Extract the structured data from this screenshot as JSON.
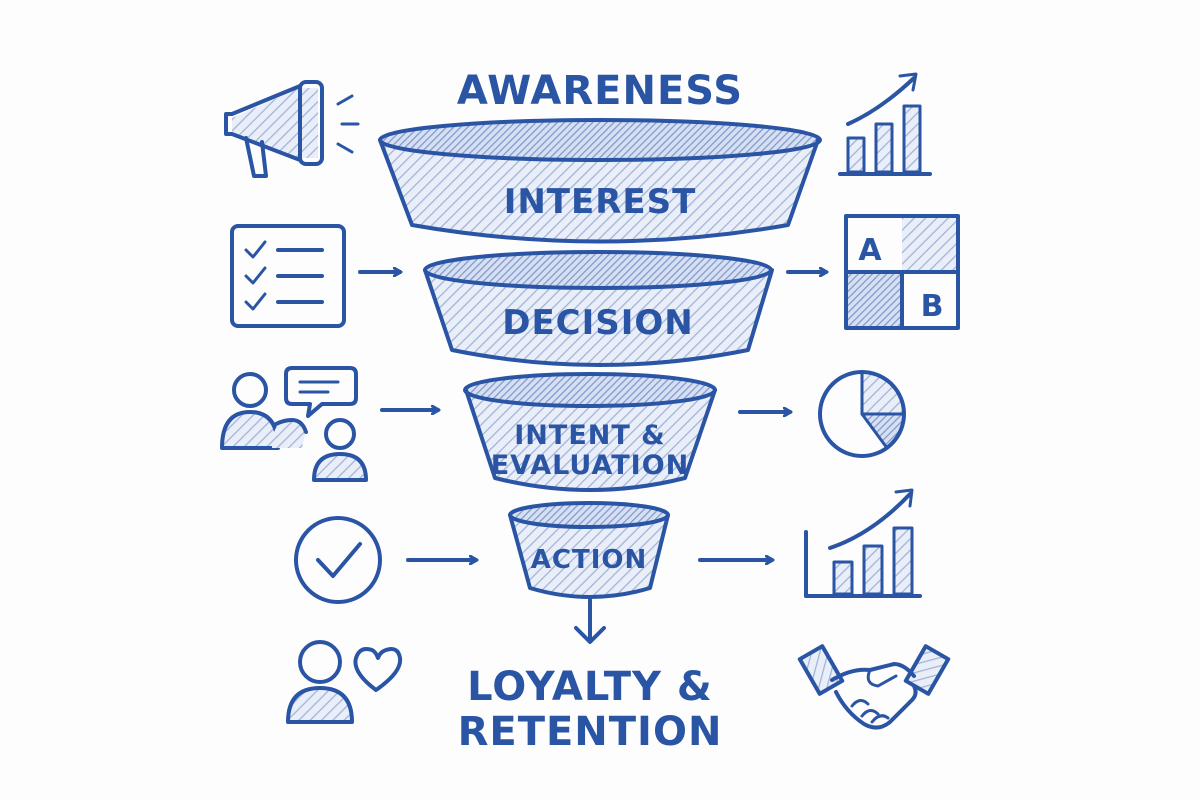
{
  "diagram": {
    "stages": {
      "awareness": "AWARENESS",
      "interest": "INTEREST",
      "decision": "DECISION",
      "intent_line1": "INTENT &",
      "intent_line2": "EVALUATION",
      "action": "ACTION",
      "loyalty_line1": "LOYALTY &",
      "loyalty_line2": "RETENTION"
    },
    "icon_labels": {
      "ab_a": "A",
      "ab_b": "B"
    },
    "icons": {
      "left": [
        "megaphone-icon",
        "checklist-icon",
        "people-chat-icon",
        "checkmark-circle-icon",
        "person-heart-icon"
      ],
      "right": [
        "growth-chart-icon",
        "ab-test-icon",
        "pie-chart-icon",
        "growth-chart-icon",
        "handshake-icon"
      ]
    },
    "colors": {
      "ink": "#2a54a4",
      "shade": "#9fb3d9",
      "paper": "#fdfdfe"
    }
  }
}
